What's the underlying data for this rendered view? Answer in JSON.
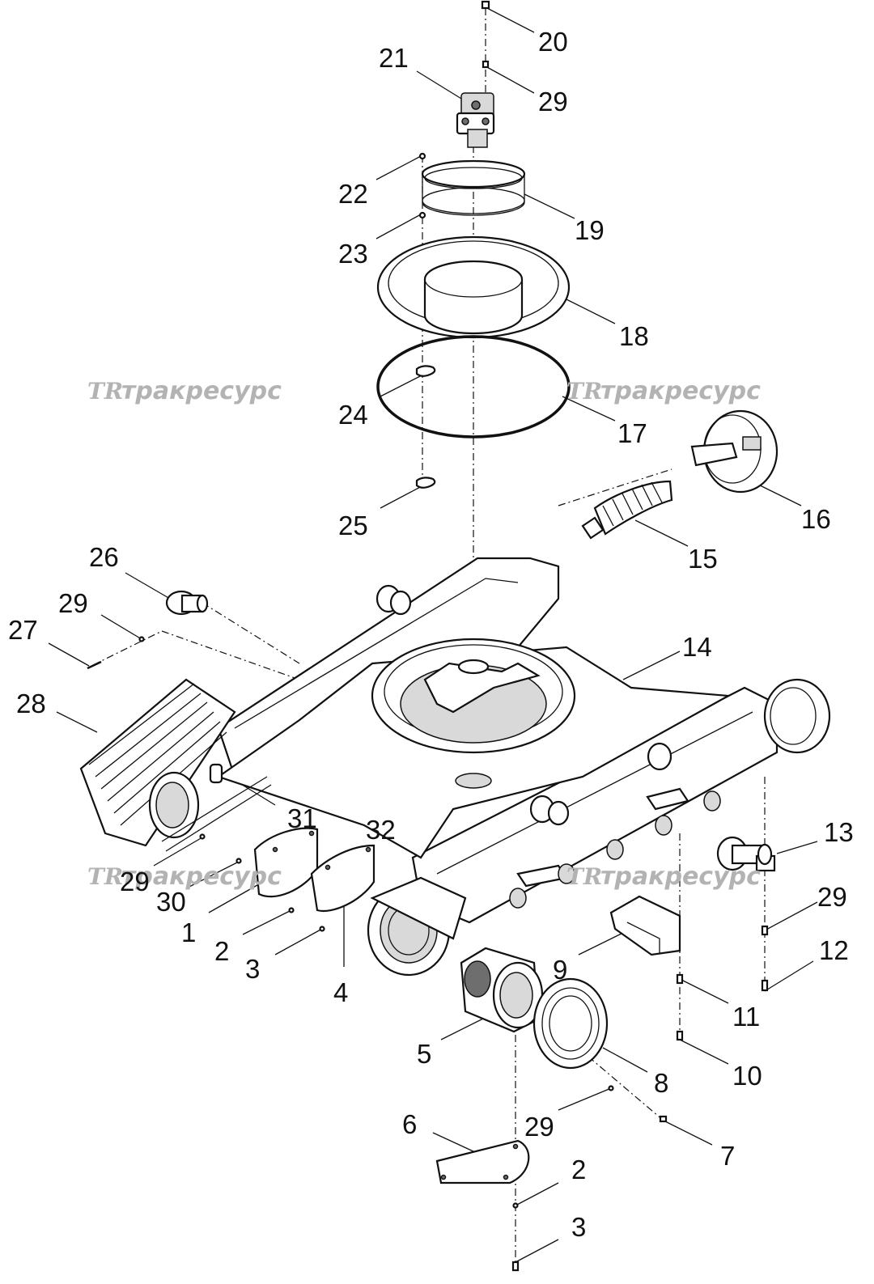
{
  "watermark": {
    "logo": "TR",
    "text": "тракресурс"
  },
  "callouts": {
    "c1": "1",
    "c2a": "2",
    "c3a": "3",
    "c4": "4",
    "c5": "5",
    "c6": "6",
    "c7": "7",
    "c8": "8",
    "c9": "9",
    "c10": "10",
    "c11": "11",
    "c12": "12",
    "c13": "13",
    "c14": "14",
    "c15": "15",
    "c16": "16",
    "c17": "17",
    "c18": "18",
    "c19": "19",
    "c20": "20",
    "c21": "21",
    "c22": "22",
    "c23": "23",
    "c24": "24",
    "c25": "25",
    "c26": "26",
    "c27": "27",
    "c28": "28",
    "c29a": "29",
    "c29b": "29",
    "c29c": "29",
    "c29d": "29",
    "c29e": "29",
    "c30": "30",
    "c31": "31",
    "c32": "32",
    "c2b": "2",
    "c3b": "3"
  }
}
